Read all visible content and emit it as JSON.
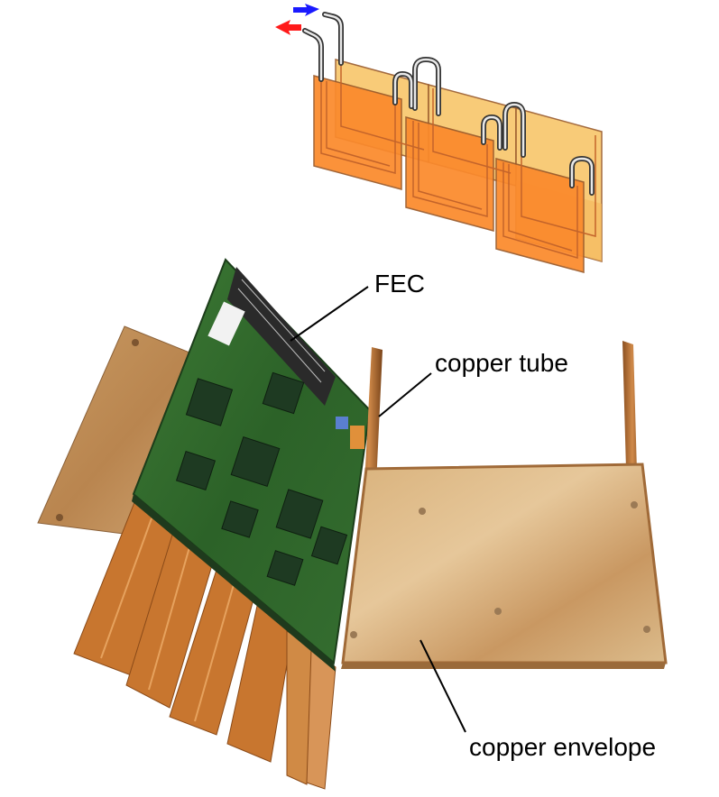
{
  "labels": {
    "fec": "FEC",
    "copper_tube": "copper tube",
    "copper_envelope": "copper envelope"
  },
  "colors": {
    "plate_front": "#fb8a2c",
    "plate_back": "#f8c66a",
    "plate_edge": "#9a5a2a",
    "tube": "#333333",
    "flow_in_arrow": "#1a1aff",
    "flow_out_arrow": "#ff1a1a",
    "pcb_green": "#2f6a2c",
    "copper": "#c9985e",
    "kapton": "#c8762f"
  },
  "icons": {
    "inflow": "blue-arrow-left",
    "outflow": "red-arrow-left"
  }
}
